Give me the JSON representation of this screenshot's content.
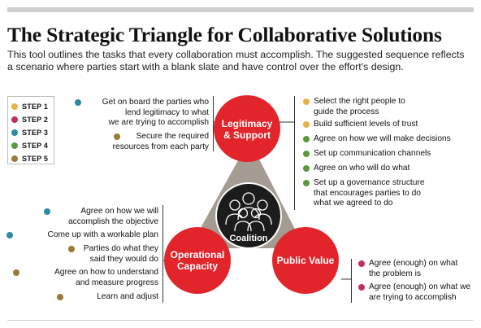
{
  "title": "The Strategic Triangle for Collaborative Solutions",
  "description": "This tool outlines the tasks that every collaboration must accomplish. The suggested sequence reflects a scenario where parties start with a blank slate and have control over the effort's design.",
  "colors": {
    "step1": "#e8b24a",
    "step2": "#c0305a",
    "step3": "#2d8aa0",
    "step4": "#5b9a3c",
    "step5": "#9a7a35",
    "circle_red": "#e2242b",
    "triangle_gray": "#a49c92",
    "coalition_dark": "#1c1c1c"
  },
  "legend": [
    {
      "label": "STEP 1",
      "color": "#e8b24a"
    },
    {
      "label": "STEP 2",
      "color": "#c0305a"
    },
    {
      "label": "STEP 3",
      "color": "#2d8aa0"
    },
    {
      "label": "STEP 4",
      "color": "#5b9a3c"
    },
    {
      "label": "STEP 5",
      "color": "#9a7a35"
    }
  ],
  "nodes": {
    "legitimacy": "Legitimacy\n& Support",
    "operational": "Operational\nCapacity",
    "public_value": "Public Value",
    "coalition": "Coalition",
    "coalition_icon": "group-of-people-icon"
  },
  "legitimacy_tasks": [
    {
      "text": "Get on board the parties who\nlend legitimacy to what\nwe are trying to accomplish",
      "step": 3
    },
    {
      "text": "Secure the required\nresources from each party",
      "step": 5
    }
  ],
  "coalition_tasks": [
    {
      "text": "Select the right people to\nguide the process",
      "step": 1
    },
    {
      "text": "Build sufficient levels of trust",
      "step": 1
    },
    {
      "text": "Agree on how we will make decisions",
      "step": 4
    },
    {
      "text": "Set up communication channels",
      "step": 4
    },
    {
      "text": "Agree on who will do what",
      "step": 4
    },
    {
      "text": "Set up a governance structure\nthat encourages parties to do\nwhat we agreed to do",
      "step": 4
    }
  ],
  "operational_tasks": [
    {
      "text": "Agree on how we will\naccomplish the objective",
      "step": 3
    },
    {
      "text": "Come up with a workable plan",
      "step": 3
    },
    {
      "text": "Parties do what they\nsaid they would do",
      "step": 5
    },
    {
      "text": "Agree on how to understand\nand measure progress",
      "step": 5
    },
    {
      "text": "Learn and adjust",
      "step": 5
    }
  ],
  "public_value_tasks": [
    {
      "text": "Agree (enough) on what\nthe problem is",
      "step": 2
    },
    {
      "text": "Agree (enough) on what we\nare trying to accomplish",
      "step": 2
    }
  ]
}
